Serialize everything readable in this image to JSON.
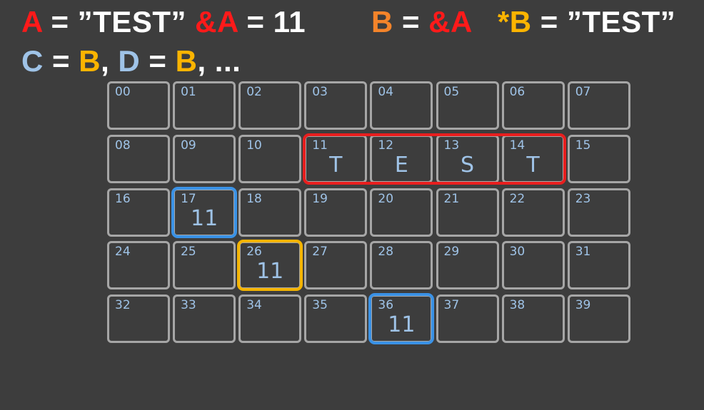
{
  "colors": {
    "background": "#3d3d3d",
    "cell_border": "#a6a6a6",
    "cell_text": "#9fc3e7",
    "red": "#ff1a1a",
    "orange": "#f4842a",
    "yellow": "#fbb400",
    "lightblue": "#9fc3e7",
    "white": "#ffffff",
    "string_box": "#e81e1e",
    "pointer_box": "#3a92e6",
    "pointer_pointer_box": "#f4b400"
  },
  "header": {
    "line1_left": [
      {
        "text": "A",
        "color": "#ff1a1a"
      },
      {
        "text": " = ",
        "color": "#ffffff"
      },
      {
        "text": "”TEST”",
        "color": "#ffffff"
      },
      {
        "text": " ",
        "color": "#ffffff"
      },
      {
        "text": "&A",
        "color": "#ff1a1a"
      },
      {
        "text": " = ",
        "color": "#ffffff"
      },
      {
        "text": "11",
        "color": "#ffffff"
      }
    ],
    "line1_right": [
      {
        "text": "B",
        "color": "#f4842a"
      },
      {
        "text": " = ",
        "color": "#ffffff"
      },
      {
        "text": "&A",
        "color": "#ff1a1a"
      },
      {
        "text": "   ",
        "color": "#ffffff"
      },
      {
        "text": "*B",
        "color": "#fbb400"
      },
      {
        "text": " = ",
        "color": "#ffffff"
      },
      {
        "text": "”TEST”",
        "color": "#ffffff"
      }
    ],
    "line2": [
      {
        "text": "C",
        "color": "#9fc3e7"
      },
      {
        "text": " = ",
        "color": "#ffffff"
      },
      {
        "text": "B",
        "color": "#fbb400"
      },
      {
        "text": ", ",
        "color": "#ffffff"
      },
      {
        "text": "D",
        "color": "#9fc3e7"
      },
      {
        "text": " = ",
        "color": "#ffffff"
      },
      {
        "text": "B",
        "color": "#fbb400"
      },
      {
        "text": ", ...",
        "color": "#ffffff"
      }
    ]
  },
  "memory": {
    "columns": 8,
    "rows": 5,
    "labels": [
      "00",
      "01",
      "02",
      "03",
      "04",
      "05",
      "06",
      "07",
      "08",
      "09",
      "10",
      "11",
      "12",
      "13",
      "14",
      "15",
      "16",
      "17",
      "18",
      "19",
      "20",
      "21",
      "22",
      "23",
      "24",
      "25",
      "26",
      "27",
      "28",
      "29",
      "30",
      "31",
      "32",
      "33",
      "34",
      "35",
      "36",
      "37",
      "38",
      "39"
    ],
    "values": {
      "11": "T",
      "12": "E",
      "13": "S",
      "14": "T",
      "17": "11",
      "26": "11",
      "36": "11"
    },
    "highlights": [
      {
        "name": "string-test-box",
        "cells": [
          11,
          14
        ],
        "color": "#e81e1e"
      },
      {
        "name": "pointer-box-17",
        "cells": [
          17,
          17
        ],
        "color": "#3a92e6"
      },
      {
        "name": "pointer-box-26",
        "cells": [
          26,
          26
        ],
        "color": "#f4b400"
      },
      {
        "name": "pointer-box-36",
        "cells": [
          36,
          36
        ],
        "color": "#3a92e6"
      }
    ]
  }
}
